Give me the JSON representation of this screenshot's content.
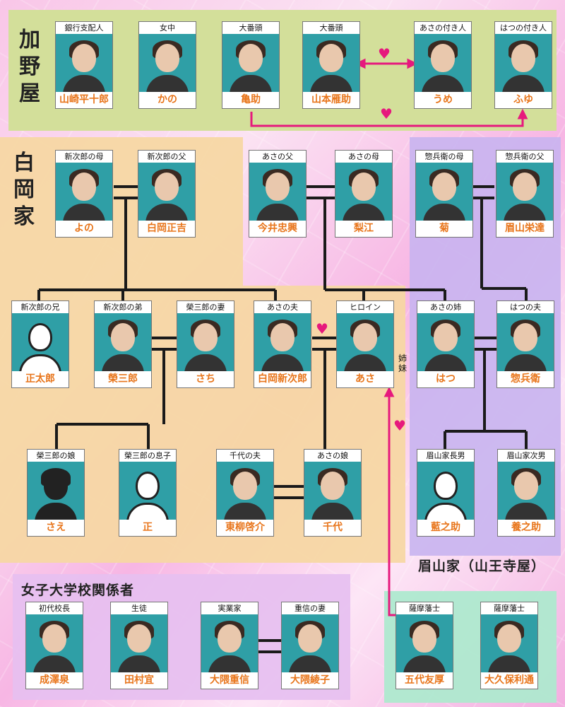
{
  "groups": {
    "kano": "加野屋",
    "shiraoka": "白岡家",
    "mayuyama": "眉山家（山王寺屋）",
    "school": "女子大学校関係者"
  },
  "cards": {
    "yamazaki": {
      "role": "銀行支配人",
      "name": "山崎平十郎"
    },
    "kano": {
      "role": "女中",
      "name": "かの"
    },
    "kamesuke": {
      "role": "大番頭",
      "name": "亀助"
    },
    "gansuke": {
      "role": "大番頭",
      "name": "山本雁助"
    },
    "ume": {
      "role": "あさの付き人",
      "name": "うめ"
    },
    "fuyu": {
      "role": "はつの付き人",
      "name": "ふゆ"
    },
    "yono": {
      "role": "新次郎の母",
      "name": "よの"
    },
    "masayoshi": {
      "role": "新次郎の父",
      "name": "白岡正吉"
    },
    "tadaoki": {
      "role": "あさの父",
      "name": "今井忠興"
    },
    "rie": {
      "role": "あさの母",
      "name": "梨江"
    },
    "kiku": {
      "role": "惣兵衛の母",
      "name": "菊"
    },
    "eitatsu": {
      "role": "惣兵衛の父",
      "name": "眉山栄達"
    },
    "shotaro": {
      "role": "新次郎の兄",
      "name": "正太郎"
    },
    "eizaburo": {
      "role": "新次郎の弟",
      "name": "榮三郎"
    },
    "sachi": {
      "role": "榮三郎の妻",
      "name": "さち"
    },
    "shinjiro": {
      "role": "あさの夫",
      "name": "白岡新次郎"
    },
    "asa": {
      "role": "ヒロイン",
      "name": "あさ"
    },
    "hatsu": {
      "role": "あさの姉",
      "name": "はつ"
    },
    "sobei": {
      "role": "はつの夫",
      "name": "惣兵衛"
    },
    "sae": {
      "role": "榮三郎の娘",
      "name": "さえ"
    },
    "tadashi": {
      "role": "榮三郎の息子",
      "name": "正"
    },
    "keisuke": {
      "role": "千代の夫",
      "name": "東柳啓介"
    },
    "chiyo": {
      "role": "あさの娘",
      "name": "千代"
    },
    "ainosuke": {
      "role": "眉山家長男",
      "name": "藍之助"
    },
    "younosuke": {
      "role": "眉山家次男",
      "name": "養之助"
    },
    "naruse": {
      "role": "初代校長",
      "name": "成澤泉"
    },
    "tamura": {
      "role": "生徒",
      "name": "田村宜"
    },
    "okuma": {
      "role": "実業家",
      "name": "大隈重信"
    },
    "ayako": {
      "role": "重信の妻",
      "name": "大隈綾子"
    },
    "godai": {
      "role": "薩摩藩士",
      "name": "五代友厚"
    },
    "okubo": {
      "role": "薩摩藩士",
      "name": "大久保利通"
    }
  },
  "labels": {
    "sisters": "姉妹"
  },
  "colors": {
    "accent_name": "#e8751b",
    "heart": "#e6197d",
    "photo_bg": "#2f9fa6",
    "line": "#1a1a1a"
  },
  "icons": {
    "heart": "heart-icon",
    "placeholder": "person-placeholder-icon"
  }
}
